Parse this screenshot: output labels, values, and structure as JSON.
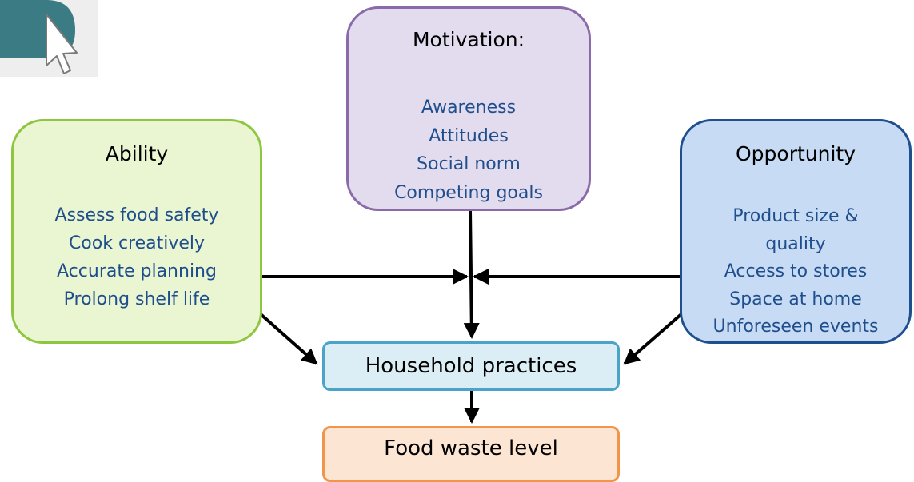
{
  "motivation": {
    "title": "Motivation:",
    "items": [
      "Awareness",
      "Attitudes",
      "Social norm",
      "Competing goals"
    ]
  },
  "ability": {
    "title": "Ability",
    "items": [
      "Assess food safety",
      "Cook creatively",
      "Accurate planning",
      "Prolong shelf life"
    ]
  },
  "opportunity": {
    "title": "Opportunity",
    "items": [
      "Product size &",
      "quality",
      "Access to stores",
      "Space at home",
      "Unforeseen events"
    ]
  },
  "household": {
    "title": "Household practices"
  },
  "foodwaste": {
    "title": "Food waste level"
  },
  "colors": {
    "motivation_fill": "#e3dbee",
    "motivation_border": "#8a6aa8",
    "ability_fill": "#eaf5d2",
    "ability_border": "#8ec63f",
    "opportunity_fill": "#c7dbf5",
    "opportunity_border": "#1e4f8f",
    "household_fill": "#dbeef5",
    "household_border": "#4aa3c8",
    "foodwaste_fill": "#fde5d4",
    "foodwaste_border": "#f0954a",
    "item_text": "#1f4e8c"
  },
  "icons": {
    "cursor": "mouse-pointer-icon"
  }
}
